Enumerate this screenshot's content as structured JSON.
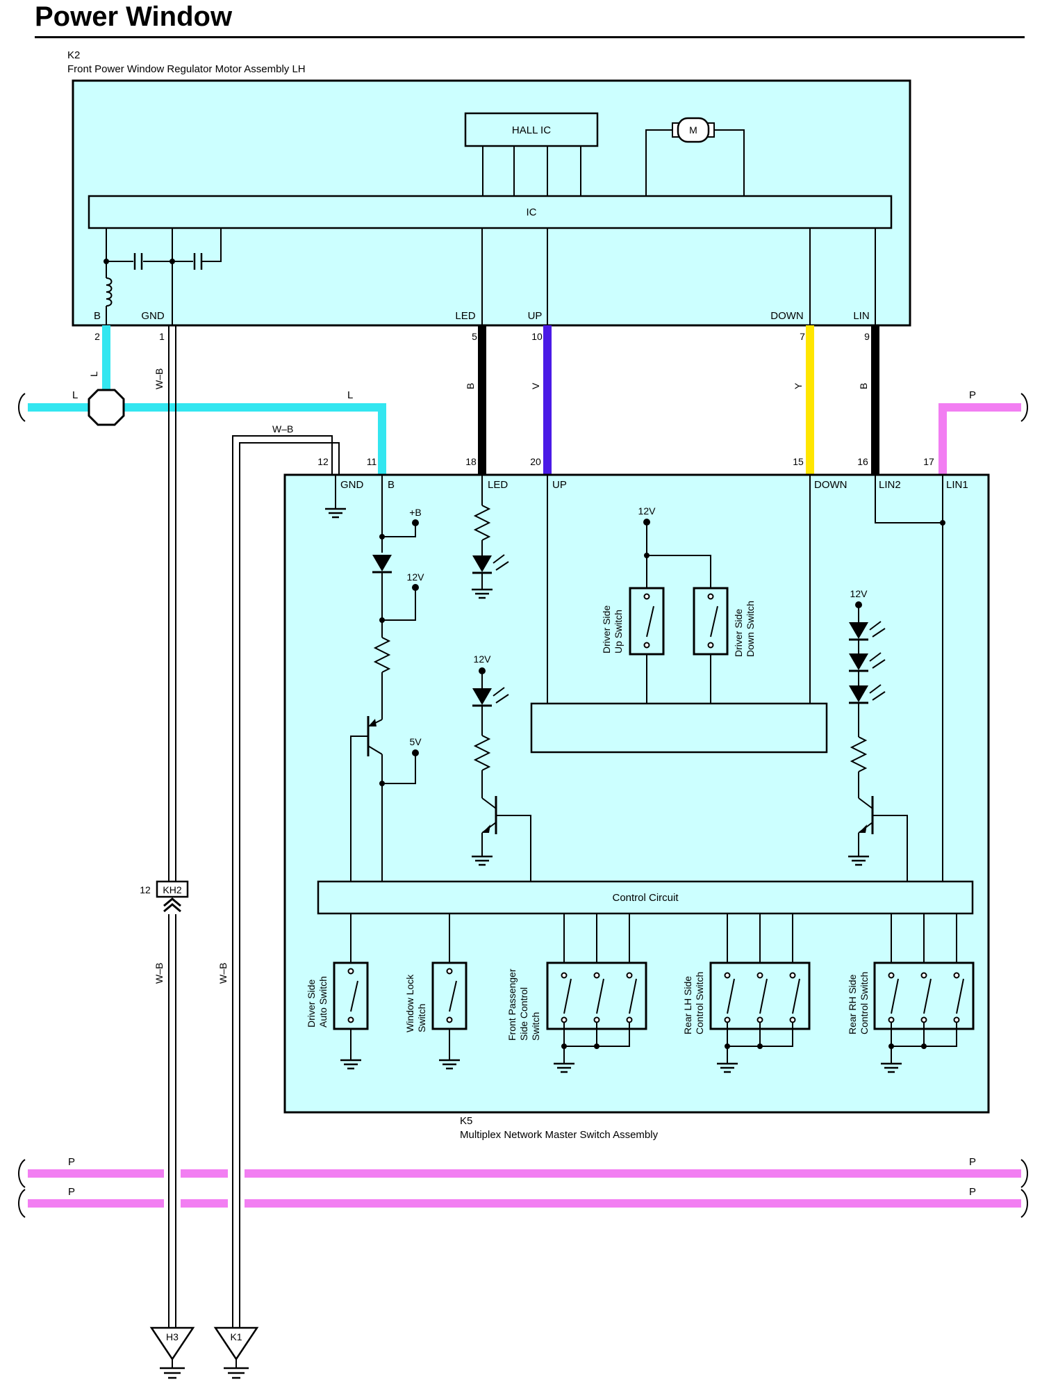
{
  "title": "Power Window",
  "colors": {
    "module_fill": "#ccffff",
    "wire_L": "#33e6f0",
    "wire_V": "#4a1ae6",
    "wire_Y": "#ffe600",
    "wire_B": "#000000",
    "wire_P": "#f27ef2"
  },
  "k2": {
    "code": "K2",
    "name": "Front Power Window Regulator Motor Assembly LH",
    "hall_ic": "HALL IC",
    "motor": "M",
    "ic": "IC",
    "terminals": {
      "b": "B",
      "gnd": "GND",
      "led": "LED",
      "up": "UP",
      "down": "DOWN",
      "lin": "LIN"
    },
    "pins": {
      "b": "2",
      "gnd": "1",
      "led": "5",
      "up": "10",
      "down": "7",
      "lin": "9"
    }
  },
  "k5": {
    "code": "K5",
    "name": "Multiplex Network Master Switch Assembly",
    "terminals": {
      "gnd": "GND",
      "b": "B",
      "led": "LED",
      "up": "UP",
      "down": "DOWN",
      "lin2": "LIN2",
      "lin1": "LIN1"
    },
    "pins": {
      "gnd": "12",
      "b": "11",
      "led": "18",
      "up": "20",
      "down": "15",
      "lin2": "16",
      "lin1": "17"
    },
    "control_circuit": "Control Circuit",
    "plus_b": "+B",
    "v12": "12V",
    "v5": "5V",
    "switches": {
      "driver_up_1": "Driver Side",
      "driver_up_2": "Up Switch",
      "driver_down_1": "Driver Side",
      "driver_down_2": "Down Switch",
      "auto_1": "Driver Side",
      "auto_2": "Auto Switch",
      "lock_1": "Window Lock",
      "lock_2": "Switch",
      "fp_1": "Front Passenger",
      "fp_2": "Side Control",
      "fp_3": "Switch",
      "rlh_1": "Rear LH Side",
      "rlh_2": "Control Switch",
      "rrh_1": "Rear RH Side",
      "rrh_2": "Control Switch"
    }
  },
  "wires": {
    "l": "L",
    "b": "B",
    "v": "V",
    "y": "Y",
    "p": "P",
    "wb": "W–B"
  },
  "connectors": {
    "kh2": "KH2",
    "kh2_pin": "12",
    "h3": "H3",
    "k1": "K1"
  }
}
